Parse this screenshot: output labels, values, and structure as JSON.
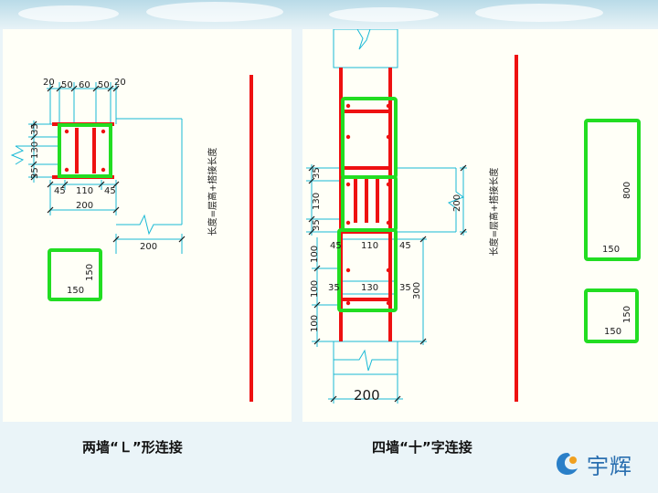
{
  "captions": {
    "left": "两墙“Ｌ”形连接",
    "right": "四墙“十”字连接"
  },
  "logo": {
    "text": "宇辉",
    "icon": "yuhui-logo-icon"
  },
  "left_diagram": {
    "top_dims": [
      "20",
      "50",
      "60",
      "50",
      "20"
    ],
    "side_dims": [
      "35",
      "130",
      "35"
    ],
    "bottom_dims": [
      "45",
      "110",
      "45"
    ],
    "total_width": "200",
    "wall_width": "200",
    "post_dims": [
      "150",
      "150"
    ],
    "length_note": "长度=层高+搭接长度"
  },
  "right_diagram": {
    "upper_side_dims": [
      "35",
      "130",
      "35"
    ],
    "middle_dims": [
      "45",
      "110",
      "45"
    ],
    "lower_side_dims": [
      "100",
      "100",
      "100"
    ],
    "lower_inner_dims": [
      "35",
      "130",
      "35"
    ],
    "right_dims": [
      "200",
      "300"
    ],
    "bottom_width": "200",
    "length_note": "长度=层高+搭接长度",
    "post_large_dims": [
      "800",
      "150"
    ],
    "post_small_dims": [
      "150",
      "150"
    ]
  },
  "colors": {
    "stirrup": "#22dd22",
    "rebar": "#ee1111",
    "dimension": "#19b9d6",
    "wall": "#66c6dd"
  }
}
